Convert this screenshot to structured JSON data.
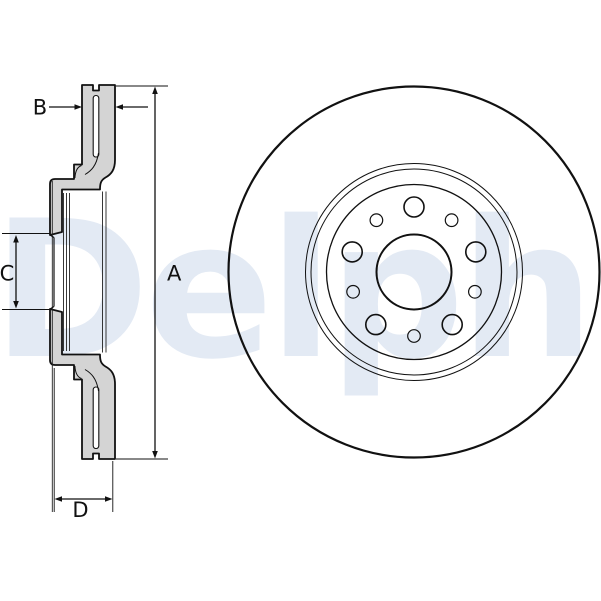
{
  "watermark": {
    "text": "Delphi",
    "color": "#e3eaf4"
  },
  "drawing_colors": {
    "line": "#111111",
    "metal_fill": "#d4d4d4",
    "background": "#ffffff"
  },
  "dimensions": {
    "a": "A",
    "b": "B",
    "c": "C",
    "d": "D"
  }
}
